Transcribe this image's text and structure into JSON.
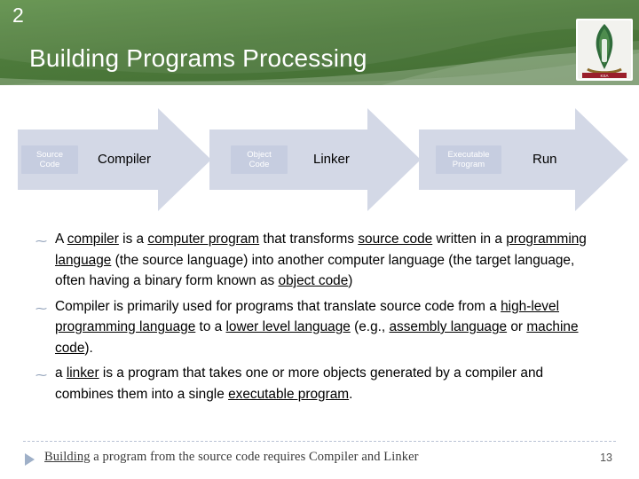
{
  "header": {
    "slide_number": "2",
    "title": "Building Programs Processing",
    "logo_name": "university-emblem",
    "background_color": "#4e7c3c"
  },
  "flow": {
    "steps": [
      {
        "label": "Source\nCode",
        "type": "chip"
      },
      {
        "label": "Compiler",
        "type": "text"
      },
      {
        "label": "Object\nCode",
        "type": "chip"
      },
      {
        "label": "Linker",
        "type": "text"
      },
      {
        "label": "Executable\nProgram",
        "type": "chip"
      },
      {
        "label": "Run",
        "type": "text"
      }
    ],
    "chip_color": "#c6cde0",
    "arrow_color": "#d3d8e6",
    "step_source_code_line1": "Source",
    "step_source_code_line2": "Code",
    "step_compiler": "Compiler",
    "step_object_code_line1": "Object",
    "step_object_code_line2": "Code",
    "step_linker": "Linker",
    "step_executable_line1": "Executable",
    "step_executable_line2": "Program",
    "step_run": "Run"
  },
  "bullets": [
    {
      "marker": "⁓",
      "segments": [
        {
          "t": "A ",
          "u": false
        },
        {
          "t": "compiler",
          "u": true
        },
        {
          "t": " is a ",
          "u": false
        },
        {
          "t": "computer program",
          "u": true
        },
        {
          "t": " that transforms ",
          "u": false
        },
        {
          "t": "source code",
          "u": true
        },
        {
          "t": " written in a ",
          "u": false
        },
        {
          "t": "programming language",
          "u": true
        },
        {
          "t": " (the source language) into another computer language (the target language, often having a binary form known as ",
          "u": false
        },
        {
          "t": "object code",
          "u": true
        },
        {
          "t": ")",
          "u": false
        }
      ]
    },
    {
      "marker": "⁓",
      "segments": [
        {
          "t": "Compiler is primarily used for programs that translate source code from a ",
          "u": false
        },
        {
          "t": "high-level programming language",
          "u": true
        },
        {
          "t": " to a ",
          "u": false
        },
        {
          "t": "lower level language",
          "u": true
        },
        {
          "t": " (e.g., ",
          "u": false
        },
        {
          "t": "assembly language",
          "u": true
        },
        {
          "t": " or ",
          "u": false
        },
        {
          "t": "machine code",
          "u": true
        },
        {
          "t": ").",
          "u": false
        }
      ]
    },
    {
      "marker": "⁓",
      "segments": [
        {
          "t": "a ",
          "u": false
        },
        {
          "t": "linker",
          "u": true
        },
        {
          "t": " is a program that takes one or more objects generated by a compiler and combines them into a single ",
          "u": false
        },
        {
          "t": "executable program",
          "u": true
        },
        {
          "t": ".",
          "u": false
        }
      ]
    }
  ],
  "footer": {
    "segments": [
      {
        "t": "Building",
        "u": true
      },
      {
        "t": " a program from the source code requires Compiler and Linker",
        "u": false
      }
    ],
    "page_number": "13"
  }
}
